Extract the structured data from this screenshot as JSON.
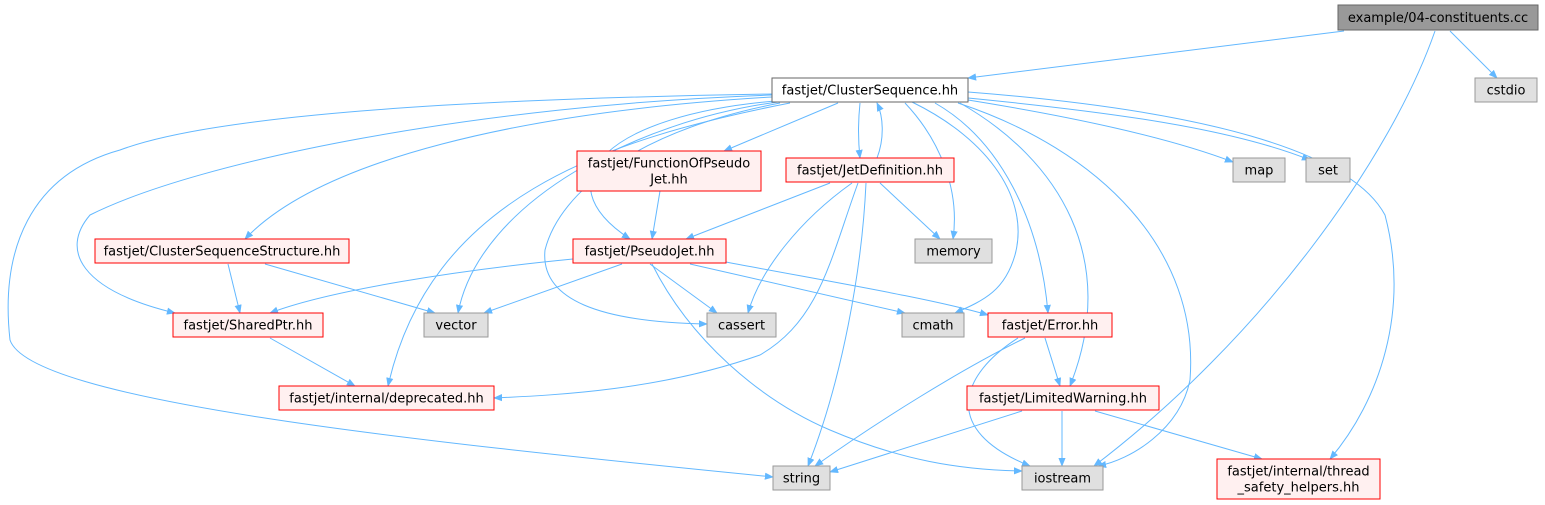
{
  "colors": {
    "edge": "#63b8ff",
    "root_fill": "#999999",
    "root_stroke": "#666666",
    "file_fill": "#ffffff",
    "file_stroke": "#666666",
    "missing_fill": "#fff0f0",
    "missing_stroke": "#ff0000",
    "system_fill": "#e0e0e0",
    "system_stroke": "#999999",
    "text": "#000000"
  },
  "nodes": {
    "root": {
      "lines": [
        "example/04-constituents.cc"
      ],
      "kind": "root"
    },
    "cluster_sequence": {
      "lines": [
        "fastjet/ClusterSequence.hh"
      ],
      "kind": "file"
    },
    "cstdio": {
      "lines": [
        "cstdio"
      ],
      "kind": "system"
    },
    "function_of_pseudojet": {
      "lines": [
        "fastjet/FunctionOfPseudo",
        "Jet.hh"
      ],
      "kind": "missing"
    },
    "jet_definition": {
      "lines": [
        "fastjet/JetDefinition.hh"
      ],
      "kind": "missing"
    },
    "map": {
      "lines": [
        "map"
      ],
      "kind": "system"
    },
    "set": {
      "lines": [
        "set"
      ],
      "kind": "system"
    },
    "cluster_sequence_structure": {
      "lines": [
        "fastjet/ClusterSequenceStructure.hh"
      ],
      "kind": "missing"
    },
    "pseudojet": {
      "lines": [
        "fastjet/PseudoJet.hh"
      ],
      "kind": "missing"
    },
    "memory": {
      "lines": [
        "memory"
      ],
      "kind": "system"
    },
    "shared_ptr": {
      "lines": [
        "fastjet/SharedPtr.hh"
      ],
      "kind": "missing"
    },
    "vector": {
      "lines": [
        "vector"
      ],
      "kind": "system"
    },
    "cassert": {
      "lines": [
        "cassert"
      ],
      "kind": "system"
    },
    "cmath": {
      "lines": [
        "cmath"
      ],
      "kind": "system"
    },
    "error": {
      "lines": [
        "fastjet/Error.hh"
      ],
      "kind": "missing"
    },
    "deprecated": {
      "lines": [
        "fastjet/internal/deprecated.hh"
      ],
      "kind": "missing"
    },
    "limited_warning": {
      "lines": [
        "fastjet/LimitedWarning.hh"
      ],
      "kind": "missing"
    },
    "string": {
      "lines": [
        "string"
      ],
      "kind": "system"
    },
    "iostream": {
      "lines": [
        "iostream"
      ],
      "kind": "system"
    },
    "thread_safety": {
      "lines": [
        "fastjet/internal/thread",
        "_safety_helpers.hh"
      ],
      "kind": "missing"
    }
  },
  "edges": [
    [
      "root",
      "cluster_sequence"
    ],
    [
      "root",
      "cstdio"
    ],
    [
      "root",
      "iostream"
    ],
    [
      "cluster_sequence",
      "function_of_pseudojet"
    ],
    [
      "cluster_sequence",
      "jet_definition"
    ],
    [
      "cluster_sequence",
      "map"
    ],
    [
      "cluster_sequence",
      "set"
    ],
    [
      "cluster_sequence",
      "cluster_sequence_structure"
    ],
    [
      "cluster_sequence",
      "pseudojet"
    ],
    [
      "cluster_sequence",
      "memory"
    ],
    [
      "cluster_sequence",
      "shared_ptr"
    ],
    [
      "cluster_sequence",
      "vector"
    ],
    [
      "cluster_sequence",
      "cassert"
    ],
    [
      "cluster_sequence",
      "cmath"
    ],
    [
      "cluster_sequence",
      "error"
    ],
    [
      "cluster_sequence",
      "deprecated"
    ],
    [
      "cluster_sequence",
      "limited_warning"
    ],
    [
      "cluster_sequence",
      "string"
    ],
    [
      "cluster_sequence",
      "iostream"
    ],
    [
      "cluster_sequence",
      "thread_safety"
    ],
    [
      "jet_definition",
      "cluster_sequence"
    ],
    [
      "jet_definition",
      "pseudojet"
    ],
    [
      "jet_definition",
      "memory"
    ],
    [
      "jet_definition",
      "cassert"
    ],
    [
      "jet_definition",
      "deprecated"
    ],
    [
      "jet_definition",
      "string"
    ],
    [
      "function_of_pseudojet",
      "pseudojet"
    ],
    [
      "cluster_sequence_structure",
      "shared_ptr"
    ],
    [
      "cluster_sequence_structure",
      "vector"
    ],
    [
      "pseudojet",
      "shared_ptr"
    ],
    [
      "pseudojet",
      "vector"
    ],
    [
      "pseudojet",
      "cassert"
    ],
    [
      "pseudojet",
      "cmath"
    ],
    [
      "pseudojet",
      "error"
    ],
    [
      "pseudojet",
      "iostream"
    ],
    [
      "shared_ptr",
      "deprecated"
    ],
    [
      "error",
      "limited_warning"
    ],
    [
      "error",
      "string"
    ],
    [
      "error",
      "iostream"
    ],
    [
      "limited_warning",
      "string"
    ],
    [
      "limited_warning",
      "iostream"
    ],
    [
      "limited_warning",
      "thread_safety"
    ]
  ]
}
